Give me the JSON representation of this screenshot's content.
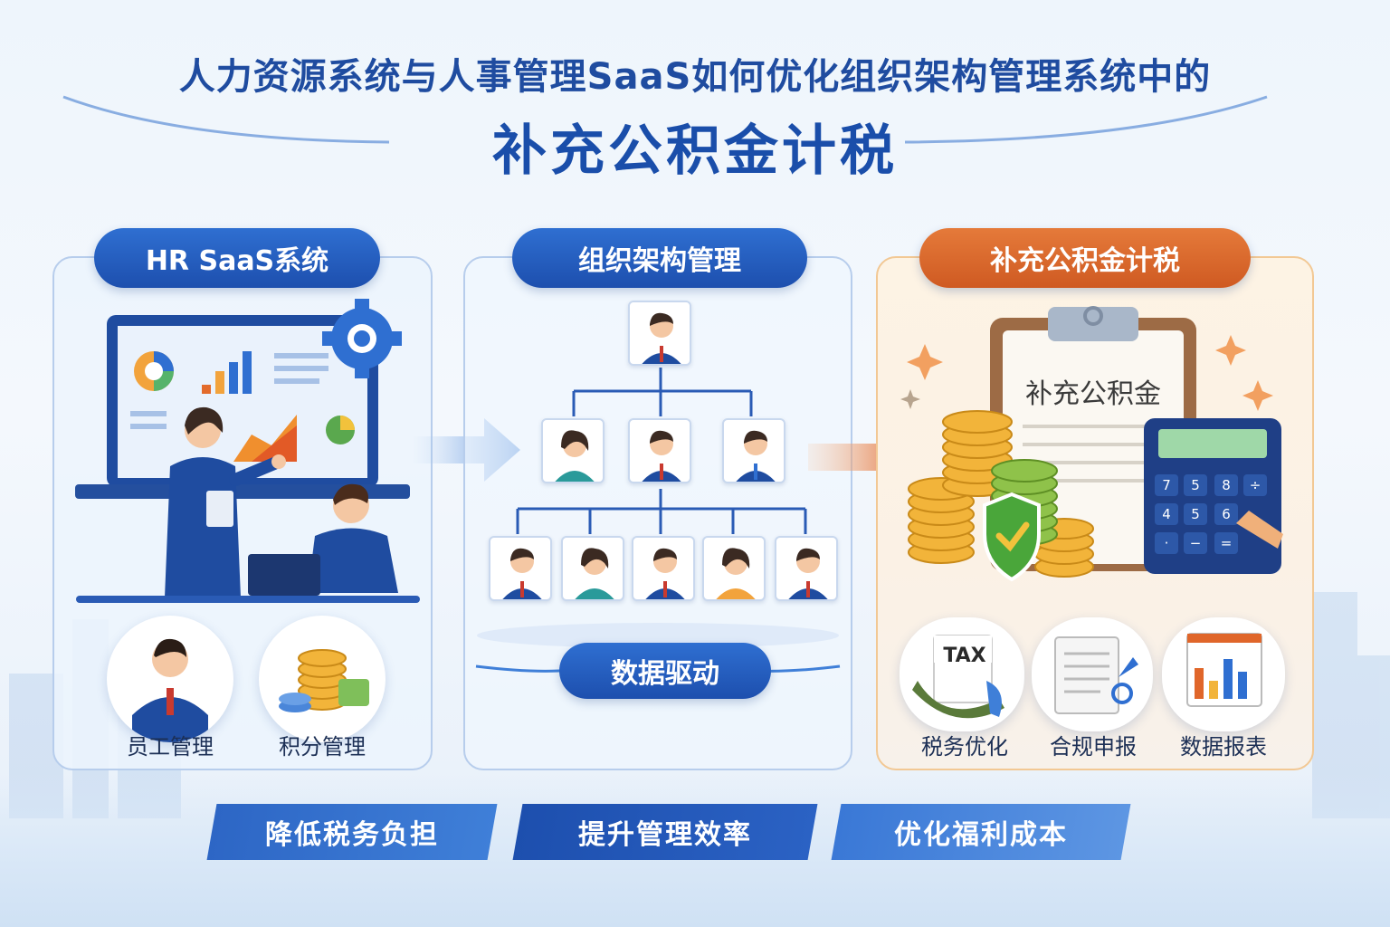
{
  "header": {
    "title_line1": "人力资源系统与人事管理SaaS如何优化组织架构管理系统中的",
    "title_line2": "补充公积金计税"
  },
  "panels": {
    "hr_saas": {
      "label": "HR SaaS系统",
      "items": [
        {
          "label": "员工管理",
          "icon": "employee-icon"
        },
        {
          "label": "积分管理",
          "icon": "coins-icon"
        }
      ]
    },
    "org": {
      "label": "组织架构管理",
      "footer": "数据驱动"
    },
    "fund_tax": {
      "label": "补充公积金计税",
      "clipboard_text": "补充公积金",
      "calculator_keys": [
        "7",
        "5",
        "8",
        "÷",
        "4",
        "5",
        "6",
        "·",
        "−",
        "="
      ],
      "items": [
        {
          "label": "税务优化",
          "icon": "tax-icon",
          "tag": "TAX"
        },
        {
          "label": "合规申报",
          "icon": "document-icon"
        },
        {
          "label": "数据报表",
          "icon": "report-icon"
        }
      ]
    }
  },
  "banners": [
    "降低税务负担",
    "提升管理效率",
    "优化福利成本"
  ],
  "colors": {
    "primary_blue": "#1d4fae",
    "accent_orange": "#d8632a",
    "title_blue": "#1f4ca0"
  }
}
